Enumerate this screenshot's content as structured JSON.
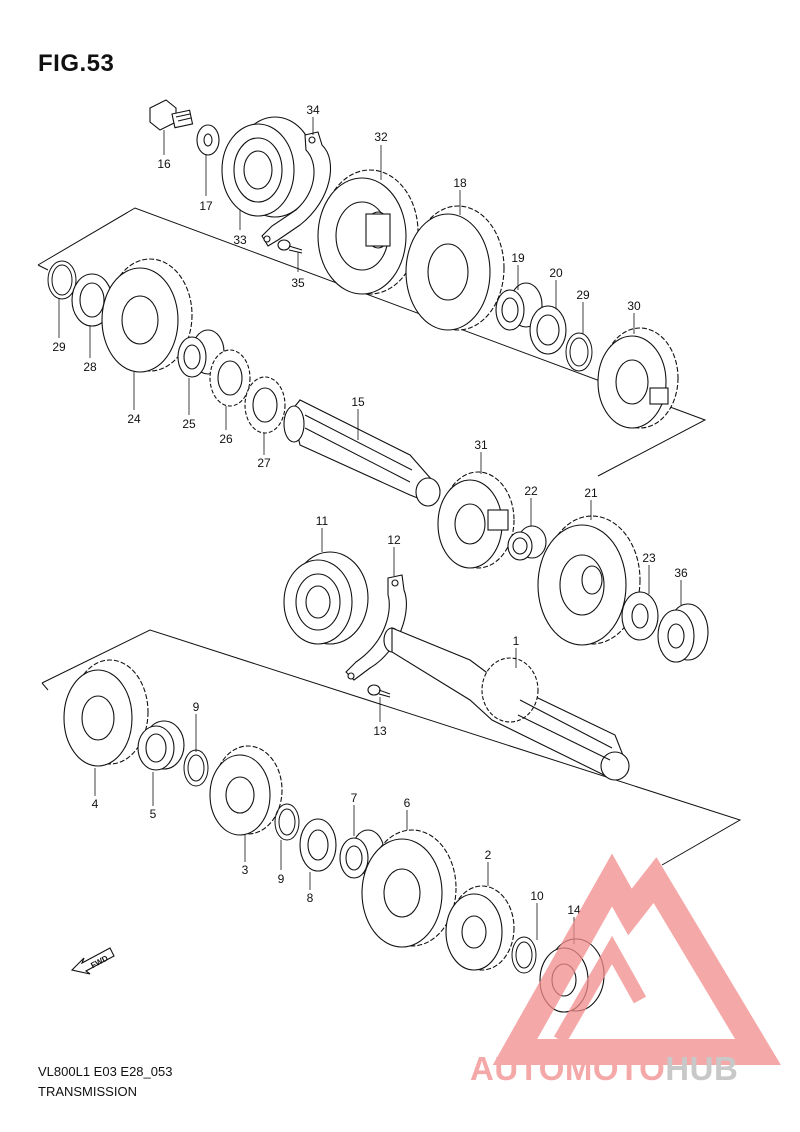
{
  "figure": {
    "title": "FIG.53"
  },
  "footer": {
    "code": "VL800L1 E03 E28_053",
    "name": "TRANSMISSION"
  },
  "direction": {
    "label": "FWD"
  },
  "watermark": {
    "part1": "AUTOMOTO",
    "part2": "HUB",
    "color_primary": "#f28b8b",
    "color_secondary": "#bdbdbd"
  },
  "parts": [
    {
      "id": "16",
      "label": "16"
    },
    {
      "id": "17",
      "label": "17"
    },
    {
      "id": "33",
      "label": "33"
    },
    {
      "id": "34",
      "label": "34"
    },
    {
      "id": "35",
      "label": "35"
    },
    {
      "id": "32",
      "label": "32"
    },
    {
      "id": "18",
      "label": "18"
    },
    {
      "id": "19",
      "label": "19"
    },
    {
      "id": "20",
      "label": "20"
    },
    {
      "id": "29a",
      "label": "29"
    },
    {
      "id": "30",
      "label": "30"
    },
    {
      "id": "29b",
      "label": "29"
    },
    {
      "id": "28",
      "label": "28"
    },
    {
      "id": "24",
      "label": "24"
    },
    {
      "id": "25",
      "label": "25"
    },
    {
      "id": "26",
      "label": "26"
    },
    {
      "id": "27",
      "label": "27"
    },
    {
      "id": "15",
      "label": "15"
    },
    {
      "id": "31",
      "label": "31"
    },
    {
      "id": "22",
      "label": "22"
    },
    {
      "id": "21",
      "label": "21"
    },
    {
      "id": "23",
      "label": "23"
    },
    {
      "id": "36",
      "label": "36"
    },
    {
      "id": "11",
      "label": "11"
    },
    {
      "id": "12",
      "label": "12"
    },
    {
      "id": "13",
      "label": "13"
    },
    {
      "id": "1",
      "label": "1"
    },
    {
      "id": "4",
      "label": "4"
    },
    {
      "id": "5",
      "label": "5"
    },
    {
      "id": "9a",
      "label": "9"
    },
    {
      "id": "3",
      "label": "3"
    },
    {
      "id": "9b",
      "label": "9"
    },
    {
      "id": "8",
      "label": "8"
    },
    {
      "id": "7",
      "label": "7"
    },
    {
      "id": "6",
      "label": "6"
    },
    {
      "id": "2",
      "label": "2"
    },
    {
      "id": "10",
      "label": "10"
    },
    {
      "id": "14",
      "label": "14"
    }
  ]
}
